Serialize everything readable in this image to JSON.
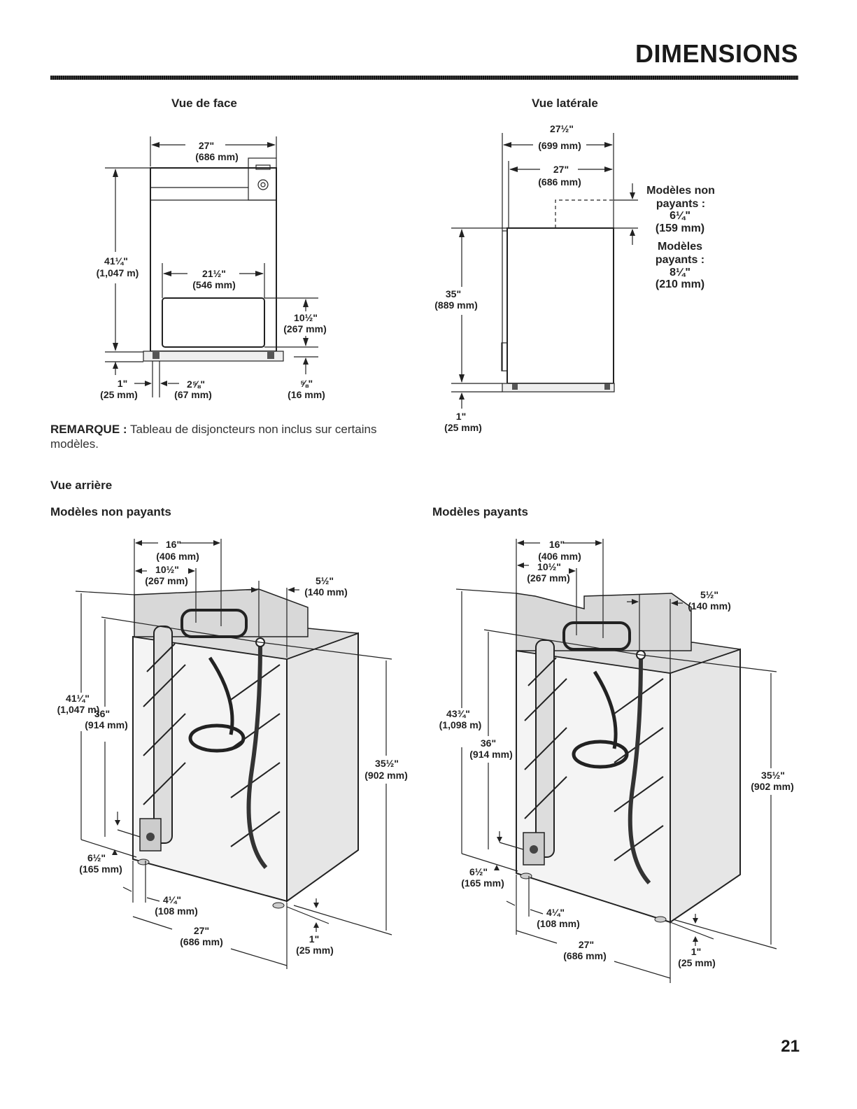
{
  "header": {
    "title": "DIMENSIONS"
  },
  "front_view": {
    "heading": "Vue de face",
    "width": "27\"",
    "width_mm": "(686 mm)",
    "height": "41¼\"",
    "height_mm": "(1,047 m)",
    "door_width": "21½\"",
    "door_width_mm": "(546 mm)",
    "door_height": "10½\"",
    "door_height_mm": "(267 mm)",
    "foot": "1\"",
    "foot_mm": "(25 mm)",
    "foot_offset": "2⅝\"",
    "foot_offset_mm": "(67 mm)",
    "leveling": "⅝\"",
    "leveling_mm": "(16 mm)"
  },
  "side_view": {
    "heading": "Vue latérale",
    "depth_total": "27½\"",
    "depth_total_mm": "(699 mm)",
    "depth": "27\"",
    "depth_mm": "(686 mm)",
    "height": "35\"",
    "height_mm": "(889 mm)",
    "foot": "1\"",
    "foot_mm": "(25 mm)",
    "nonpaying_label": "Modèles non payants :",
    "nonpaying_value": "6¼\"",
    "nonpaying_mm": "(159 mm)",
    "paying_label": "Modèles payants :",
    "paying_value": "8¼\"",
    "paying_mm": "(210 mm)"
  },
  "note": {
    "label": "REMARQUE :",
    "text": "Tableau de disjoncteurs non inclus sur certains modèles."
  },
  "rear_view": {
    "heading": "Vue arrière",
    "nonpaying": {
      "heading": "Modèles non payants",
      "w16": "16\"",
      "w16_mm": "(406 mm)",
      "w10": "10½\"",
      "w10_mm": "(267 mm)",
      "w5": "5½\"",
      "w5_mm": "(140 mm)",
      "h41": "41¼\"",
      "h41_mm": "(1,047 m)",
      "h36": "36\"",
      "h36_mm": "(914 mm)",
      "h35": "35½\"",
      "h35_mm": "(902 mm)",
      "h6": "6½\"",
      "h6_mm": "(165 mm)",
      "w4": "4¼\"",
      "w4_mm": "(108 mm)",
      "w27": "27\"",
      "w27_mm": "(686 mm)",
      "foot": "1\"",
      "foot_mm": "(25 mm)"
    },
    "paying": {
      "heading": "Modèles payants",
      "w16": "16\"",
      "w16_mm": "(406 mm)",
      "w10": "10½\"",
      "w10_mm": "(267 mm)",
      "w5": "5½\"",
      "w5_mm": "(140 mm)",
      "h43": "43¾\"",
      "h43_mm": "(1,098 m)",
      "h36": "36\"",
      "h36_mm": "(914 mm)",
      "h35": "35½\"",
      "h35_mm": "(902 mm)",
      "h6": "6½\"",
      "h6_mm": "(165 mm)",
      "w4": "4¼\"",
      "w4_mm": "(108 mm)",
      "w27": "27\"",
      "w27_mm": "(686 mm)",
      "foot": "1\"",
      "foot_mm": "(25 mm)"
    }
  },
  "footer": {
    "page_number": "21"
  }
}
